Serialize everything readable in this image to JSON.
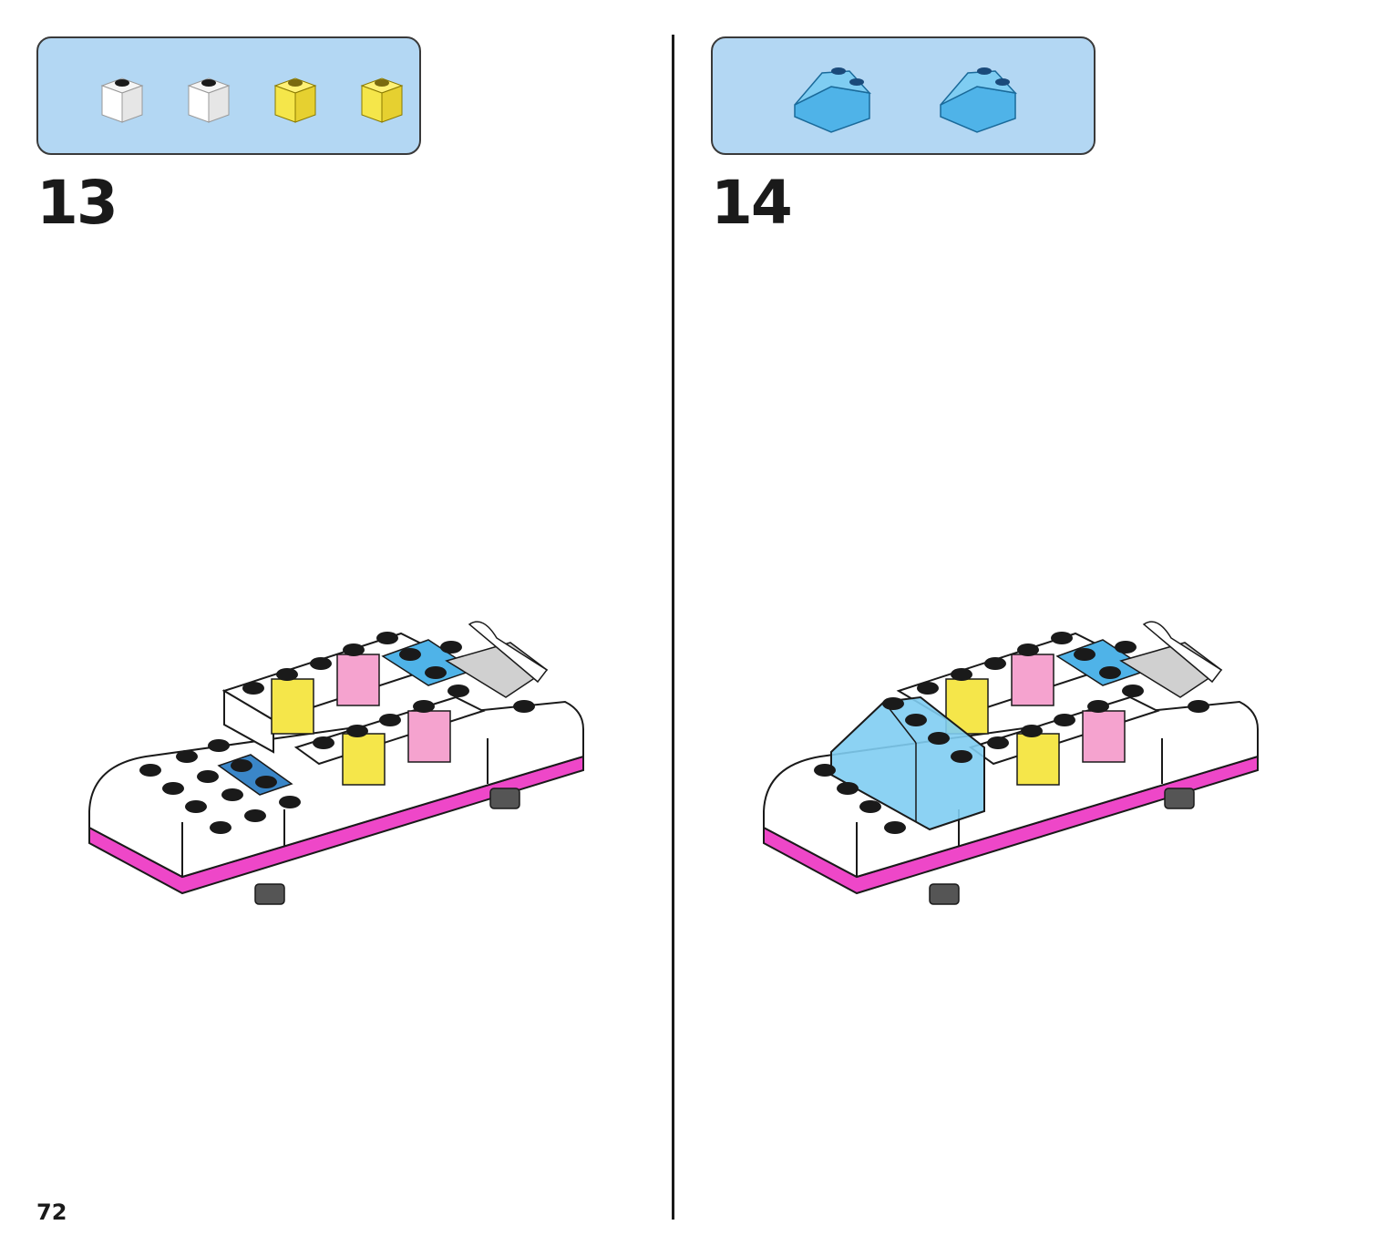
{
  "steps": [
    {
      "number": "13",
      "parts": [
        {
          "icon": "white-1x1-brick-icon",
          "color": "#ffffff"
        },
        {
          "icon": "white-1x1-brick-icon",
          "color": "#ffffff"
        },
        {
          "icon": "trans-yellow-1x1-brick-icon",
          "color": "#f5e64a"
        },
        {
          "icon": "trans-yellow-1x1-brick-icon",
          "color": "#f5e64a"
        }
      ]
    },
    {
      "number": "14",
      "parts": [
        {
          "icon": "trans-blue-slope-brick-icon",
          "color": "#4fb3e8"
        },
        {
          "icon": "trans-blue-slope-brick-icon",
          "color": "#4fb3e8"
        }
      ]
    }
  ],
  "page_number": "72",
  "colors": {
    "parts_box_bg": "#b3d7f3",
    "magenta_base": "#ee47c8",
    "trans_blue": "#4fb3e8",
    "trans_yellow": "#f5e64a",
    "trans_pink": "#f5a3cf"
  }
}
